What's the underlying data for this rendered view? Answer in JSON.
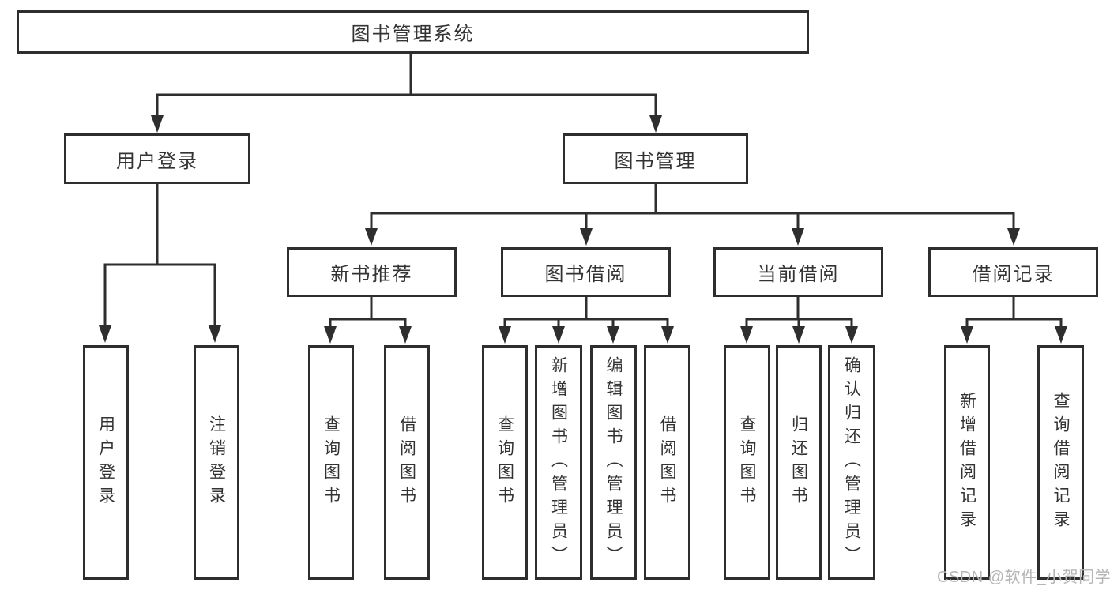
{
  "colors": {
    "line": "#2e2e2e",
    "box_border": "#2e2e2e",
    "text": "#333333",
    "background": "#ffffff",
    "watermark": "#b5b5b5"
  },
  "watermark": {
    "text": "CSDN @软件_小贺同学"
  },
  "diagram": {
    "root": {
      "label": "图书管理系统"
    },
    "children": [
      {
        "label": "用户登录",
        "children": [
          {
            "label": "用户登录"
          },
          {
            "label": "注销登录"
          }
        ]
      },
      {
        "label": "图书管理",
        "children": [
          {
            "label": "新书推荐",
            "children": [
              {
                "label": "查询图书"
              },
              {
                "label": "借阅图书"
              }
            ]
          },
          {
            "label": "图书借阅",
            "children": [
              {
                "label": "查询图书"
              },
              {
                "label": "新增图书（管理员）"
              },
              {
                "label": "编辑图书（管理员）"
              },
              {
                "label": "借阅图书"
              }
            ]
          },
          {
            "label": "当前借阅",
            "children": [
              {
                "label": "查询图书"
              },
              {
                "label": "归还图书"
              },
              {
                "label": "确认归还（管理员）"
              }
            ]
          },
          {
            "label": "借阅记录",
            "children": [
              {
                "label": "新增借阅记录"
              },
              {
                "label": "查询借阅记录"
              }
            ]
          }
        ]
      }
    ]
  }
}
